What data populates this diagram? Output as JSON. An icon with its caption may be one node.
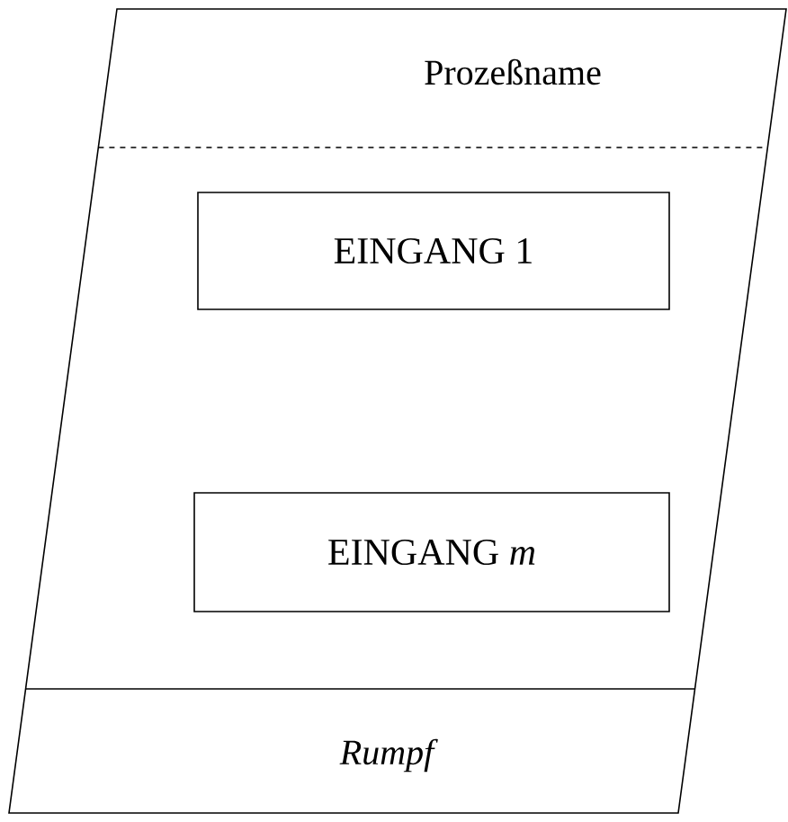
{
  "diagram": {
    "nodes": [
      {
        "text": [
          "Prozeßname",
          "Rumpf"
        ]
      },
      {
        "text": [
          "EINGANG 1"
        ],
        "in": 0
      },
      {
        "text": [
          "EINGANG *m*"
        ],
        "in": 0
      }
    ]
  }
}
